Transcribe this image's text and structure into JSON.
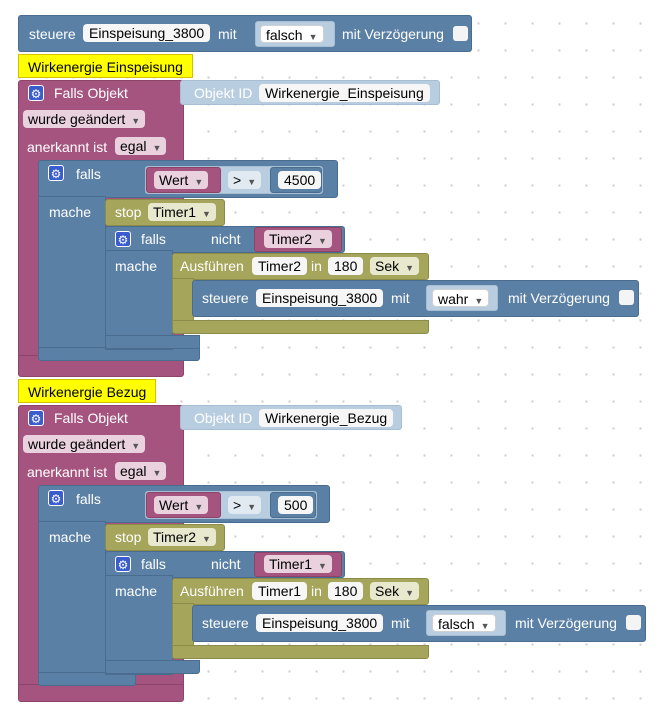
{
  "top_block": {
    "kw_steuere": "steuere",
    "target": "Einspeisung_3800",
    "kw_mit": "mit",
    "value": "falsch",
    "kw_delay": "mit Verzögerung"
  },
  "scripts": [
    {
      "comment": "Wirkenergie Einspeisung",
      "trigger": {
        "kw_falls_objekt": "Falls Objekt",
        "objekt_id_label": "Objekt ID",
        "objekt_id": "Wirkenergie_Einspeisung",
        "changed": "wurde geändert",
        "acknowledged_label": "anerkannt ist",
        "acknowledged_value": "egal"
      },
      "if_block": {
        "kw_falls": "falls",
        "kw_mache": "mache",
        "left": "Wert",
        "operator": ">",
        "right": "4500"
      },
      "stop": {
        "kw_stop": "stop",
        "timer": "Timer1"
      },
      "if_not": {
        "kw_falls": "falls",
        "kw_nicht": "nicht",
        "timer": "Timer2",
        "kw_mache": "mache"
      },
      "run": {
        "kw_run": "Ausführen",
        "timer": "Timer2",
        "kw_in": "in",
        "amount": "180",
        "unit": "Sek"
      },
      "control": {
        "kw_steuere": "steuere",
        "target": "Einspeisung_3800",
        "kw_mit": "mit",
        "value": "wahr",
        "kw_delay": "mit Verzögerung"
      }
    },
    {
      "comment": "Wirkenergie Bezug",
      "trigger": {
        "kw_falls_objekt": "Falls Objekt",
        "objekt_id_label": "Objekt ID",
        "objekt_id": "Wirkenergie_Bezug",
        "changed": "wurde geändert",
        "acknowledged_label": "anerkannt ist",
        "acknowledged_value": "egal"
      },
      "if_block": {
        "kw_falls": "falls",
        "kw_mache": "mache",
        "left": "Wert",
        "operator": ">",
        "right": "500"
      },
      "stop": {
        "kw_stop": "stop",
        "timer": "Timer2"
      },
      "if_not": {
        "kw_falls": "falls",
        "kw_nicht": "nicht",
        "timer": "Timer1",
        "kw_mache": "mache"
      },
      "run": {
        "kw_run": "Ausführen",
        "timer": "Timer1",
        "kw_in": "in",
        "amount": "180",
        "unit": "Sek"
      },
      "control": {
        "kw_steuere": "steuere",
        "target": "Einspeisung_3800",
        "kw_mit": "mit",
        "value": "falsch",
        "kw_delay": "mit Verzögerung"
      }
    }
  ],
  "icons": {
    "gear": "gear-icon",
    "dropdown": "dropdown-arrow-icon",
    "checkbox": "checkbox-icon"
  },
  "colors": {
    "control_blue": "#5b80a5",
    "trigger_maroon": "#a5547f",
    "timer_olive": "#a5a55b",
    "comment_yellow": "#ffff00",
    "gear_blue": "#3b5ccc"
  }
}
